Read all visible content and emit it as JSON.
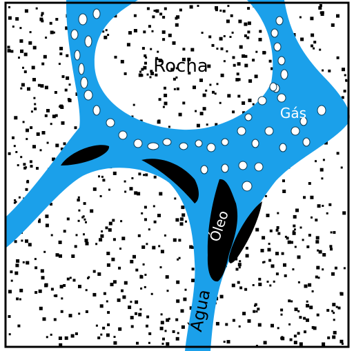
{
  "labels": {
    "rock": "Rocha",
    "gas": "Gás",
    "oil": "Óleo",
    "water": "Água"
  },
  "colors": {
    "water": "#1ba0ea",
    "rock_background": "#ffffff",
    "rock_grains": "#000000",
    "gas_bubbles": "#ffffff",
    "oil": "#000000",
    "frame": "#000000"
  }
}
